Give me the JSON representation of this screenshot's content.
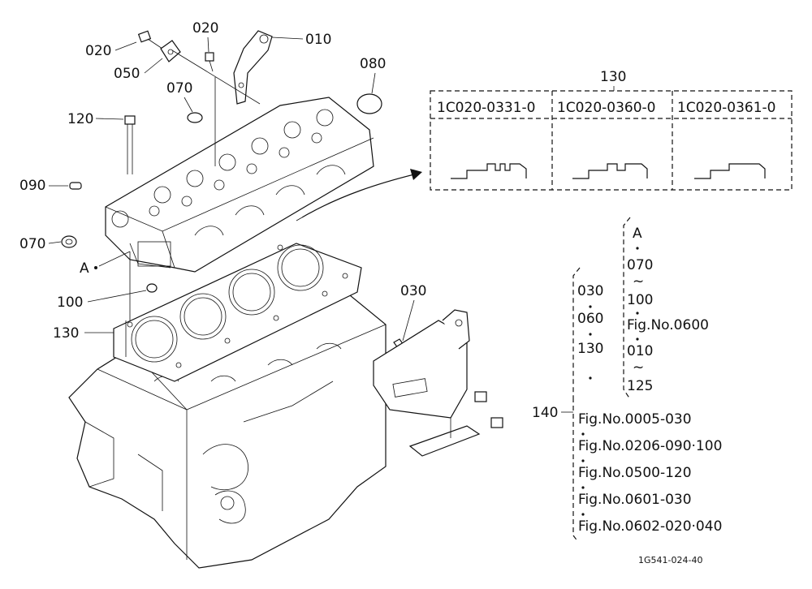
{
  "callouts": {
    "c010": "010",
    "c020a": "020",
    "c020b": "020",
    "c050": "050",
    "c070a": "070",
    "c070b": "070",
    "c080": "080",
    "c090": "090",
    "c100": "100",
    "c120": "120",
    "c130": "130",
    "c030": "030",
    "c140": "140",
    "cA": "A"
  },
  "variants": {
    "title": "130",
    "items": [
      {
        "code": "1C020-0331-0"
      },
      {
        "code": "1C020-0360-0"
      },
      {
        "code": "1C020-0361-0"
      }
    ]
  },
  "refs": {
    "inner": [
      "A",
      "070",
      "~",
      "100",
      "Fig.No.0600",
      "010",
      "~",
      "125"
    ],
    "mid": [
      "030",
      "060",
      "130"
    ],
    "figs": [
      "Fig.No.0005-030",
      "Fig.No.0206-090·100",
      "Fig.No.0500-120",
      "Fig.No.0601-030",
      "Fig.No.0602-020·040"
    ]
  },
  "drawing_id": "1G541-024-40"
}
